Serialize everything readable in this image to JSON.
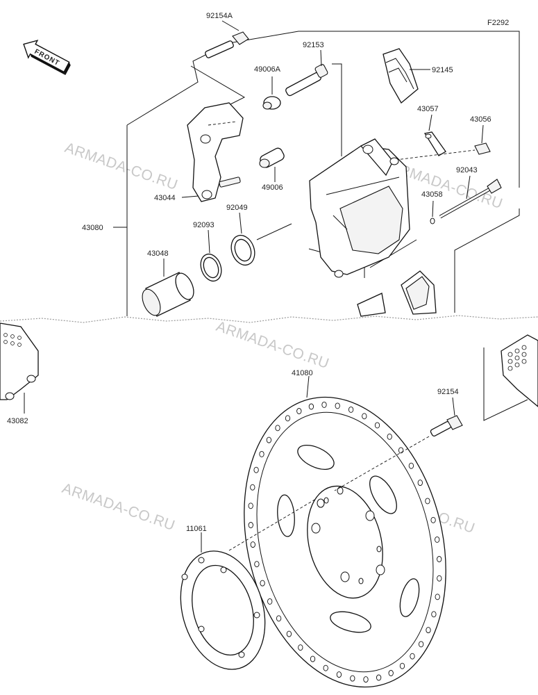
{
  "diagram_code": "F2292",
  "front_label": "FRONT",
  "watermark": "ARMADA-CO.RU",
  "parts": {
    "p92154A": "92154A",
    "p92153": "92153",
    "p49006A": "49006A",
    "p92145": "92145",
    "p43057": "43057",
    "p43056": "43056",
    "p92043": "92043",
    "p43058": "43058",
    "p49006": "49006",
    "p43044": "43044",
    "p92049": "92049",
    "p92093": "92093",
    "p43080": "43080",
    "p43048": "43048",
    "p43082": "43082",
    "p41080": "41080",
    "p92154": "92154",
    "p11061": "11061"
  }
}
